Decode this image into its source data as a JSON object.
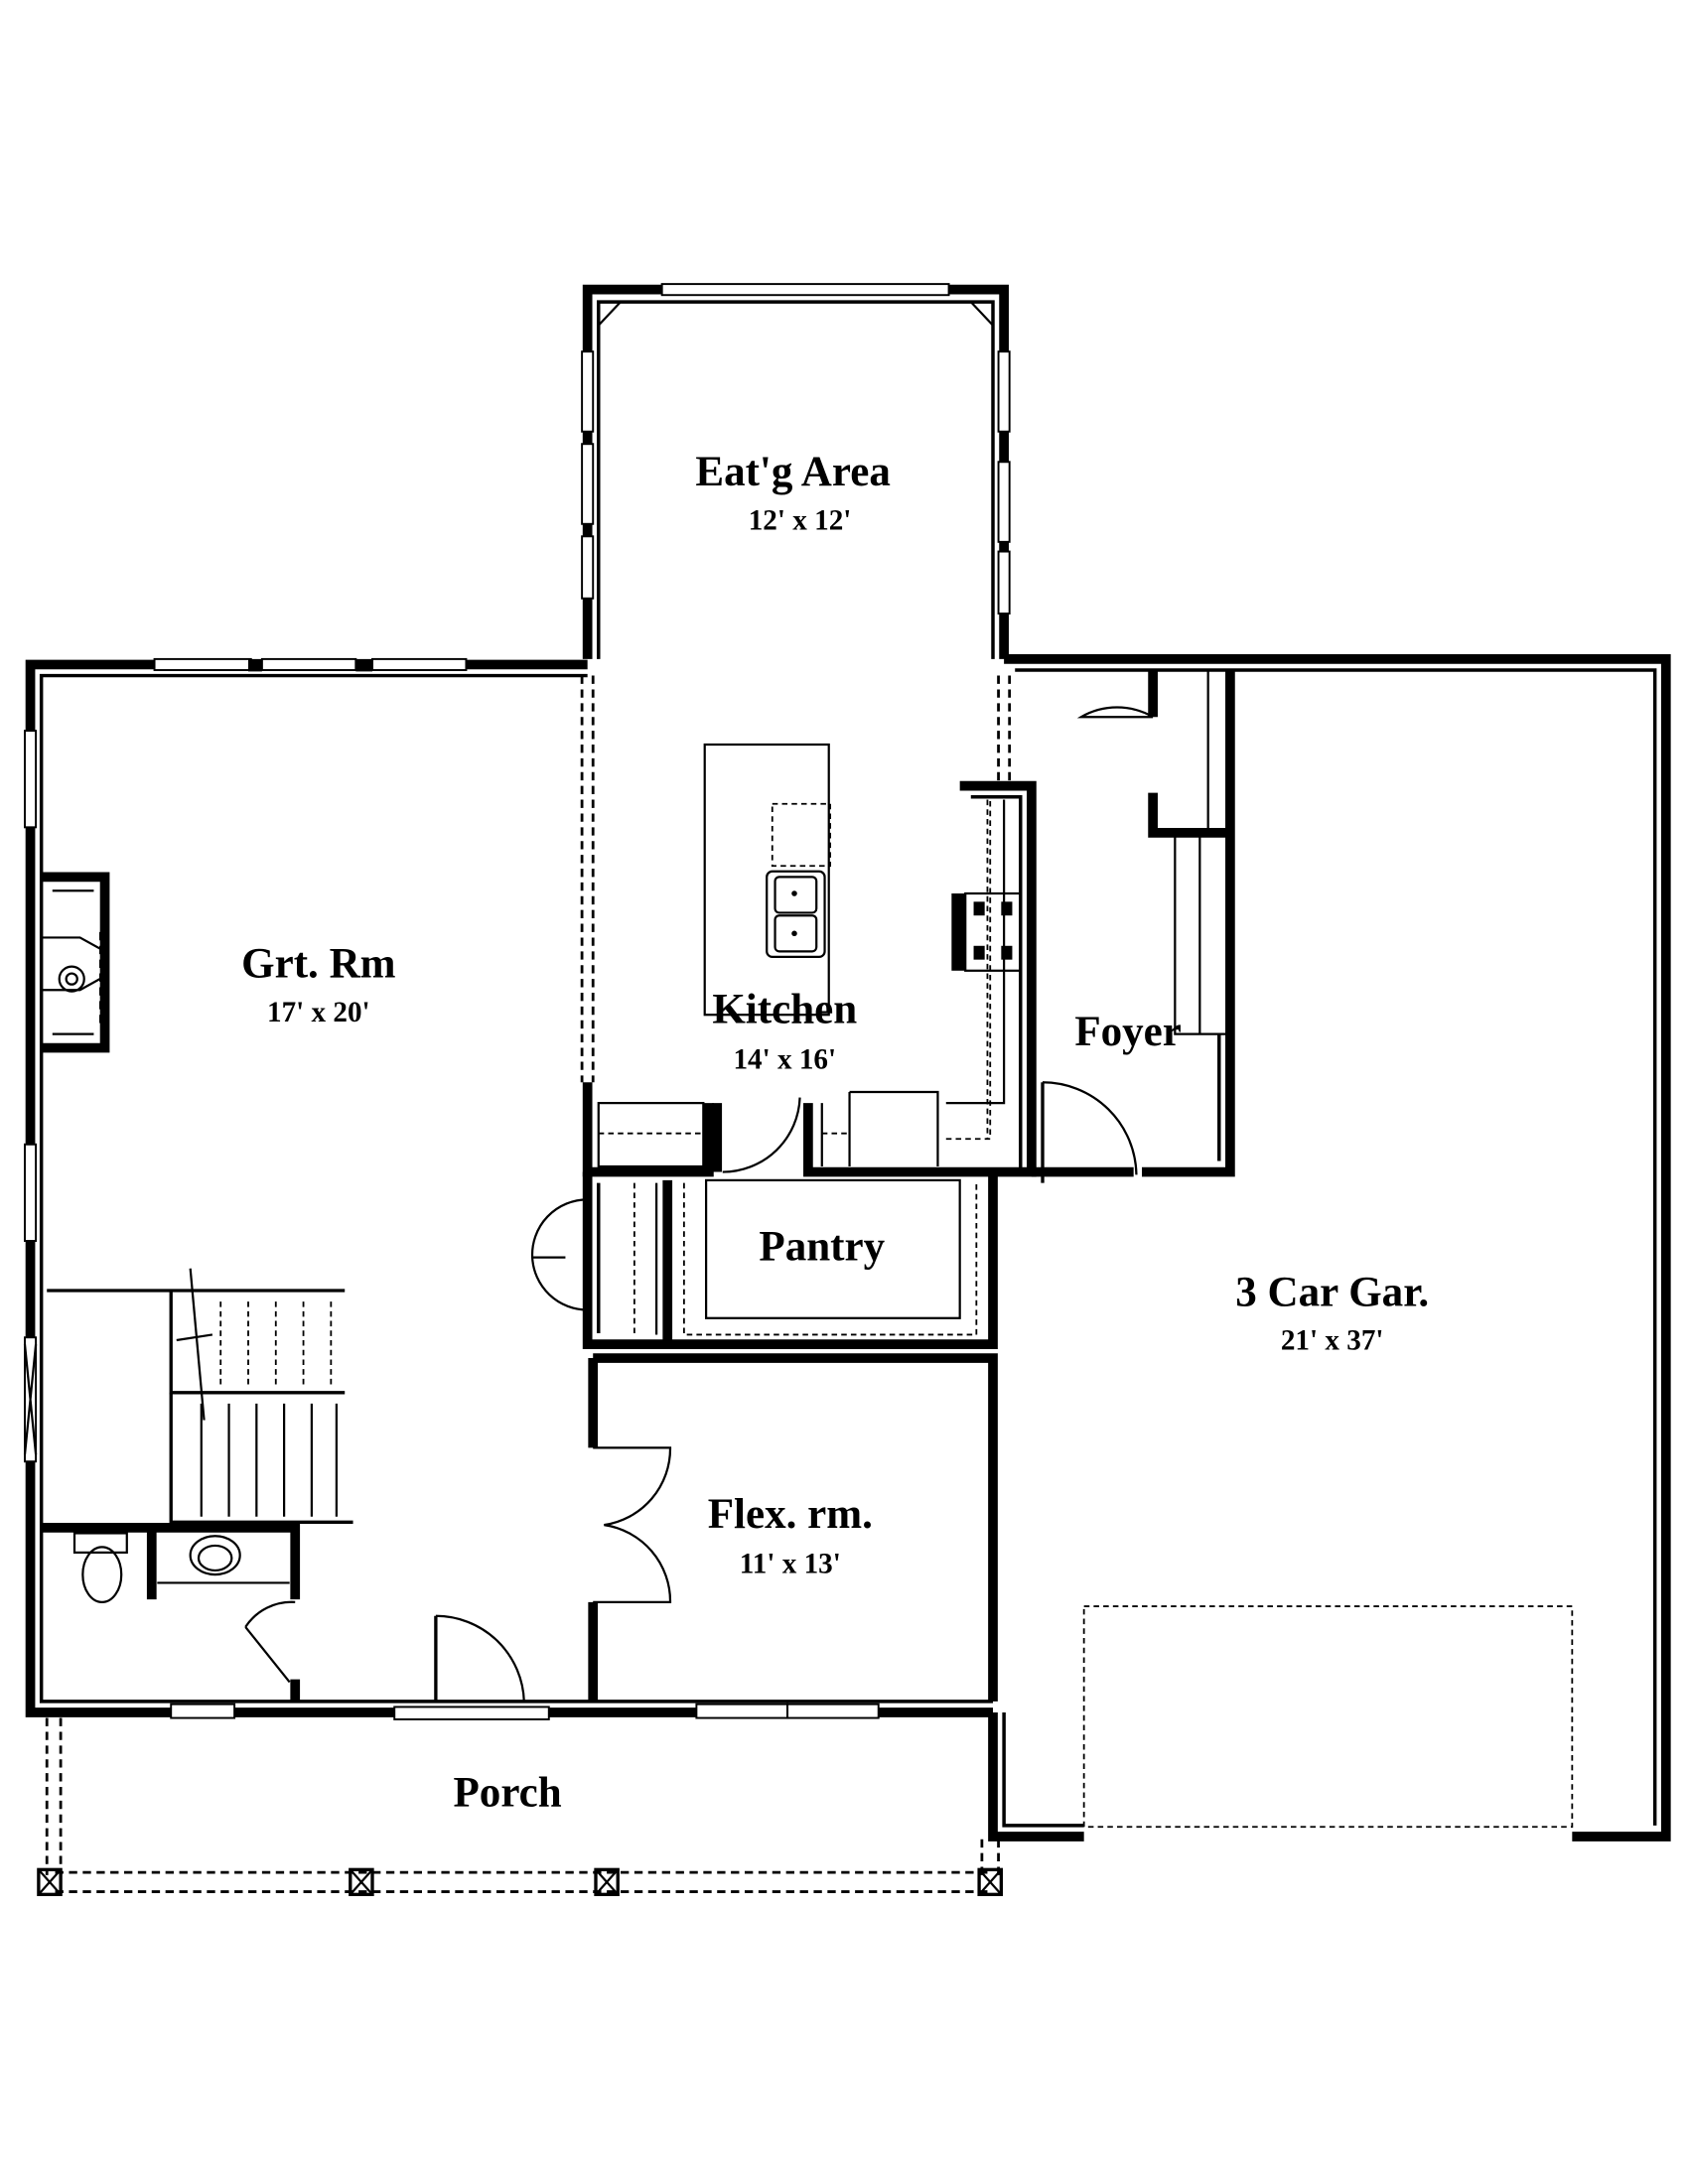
{
  "plan": {
    "type": "floor plan",
    "rooms": [
      {
        "id": "eating-area",
        "name": "Eat'g Area",
        "dimensions": "12' x 12'"
      },
      {
        "id": "great-room",
        "name": "Grt. Rm",
        "dimensions": "17' x 20'"
      },
      {
        "id": "kitchen",
        "name": "Kitchen",
        "dimensions": "14' x 16'"
      },
      {
        "id": "foyer",
        "name": "Foyer",
        "dimensions": ""
      },
      {
        "id": "pantry",
        "name": "Pantry",
        "dimensions": ""
      },
      {
        "id": "garage",
        "name": "3 Car Gar.",
        "dimensions": "21' x 37'"
      },
      {
        "id": "flex-room",
        "name": "Flex. rm.",
        "dimensions": "11' x 13'"
      },
      {
        "id": "porch",
        "name": "Porch",
        "dimensions": ""
      }
    ],
    "fixtures": [
      "kitchen-island",
      "double-sink",
      "dishwasher",
      "range-cooktop",
      "fireplace",
      "staircase",
      "toilet",
      "lavatory-sink",
      "porch-columns",
      "garage-door"
    ],
    "colors": {
      "line": "#000000",
      "wall_hatch": "#cfcfcf",
      "background": "#ffffff"
    }
  }
}
